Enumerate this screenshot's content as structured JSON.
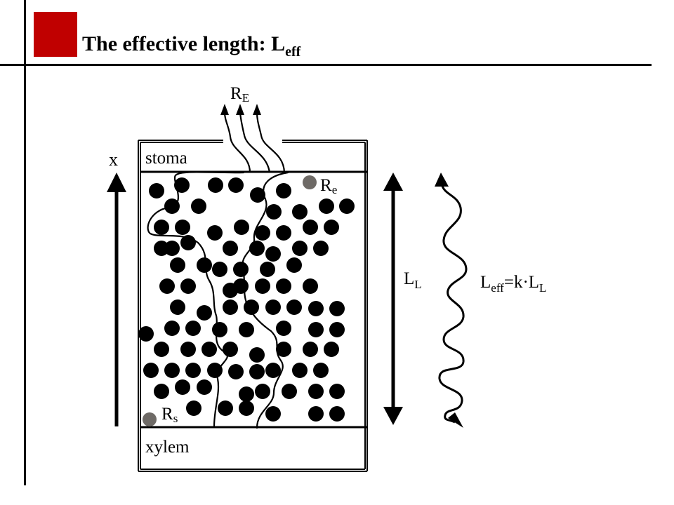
{
  "slide": {
    "accent_color": "#c00000",
    "title_main": "The effective length: L",
    "title_sub": "eff"
  },
  "diagram": {
    "top_label": "stoma",
    "bottom_label": "xylem",
    "axis_label": "x",
    "RE_main": "R",
    "RE_sub": "E",
    "Re_main": "R",
    "Re_sub": "e",
    "Rs_main": "R",
    "Rs_sub": "s",
    "LL_main": "L",
    "LL_sub": "L",
    "formula_L": "L",
    "formula_eff": "eff",
    "formula_mid": "=k·L",
    "formula_sub": "L"
  }
}
